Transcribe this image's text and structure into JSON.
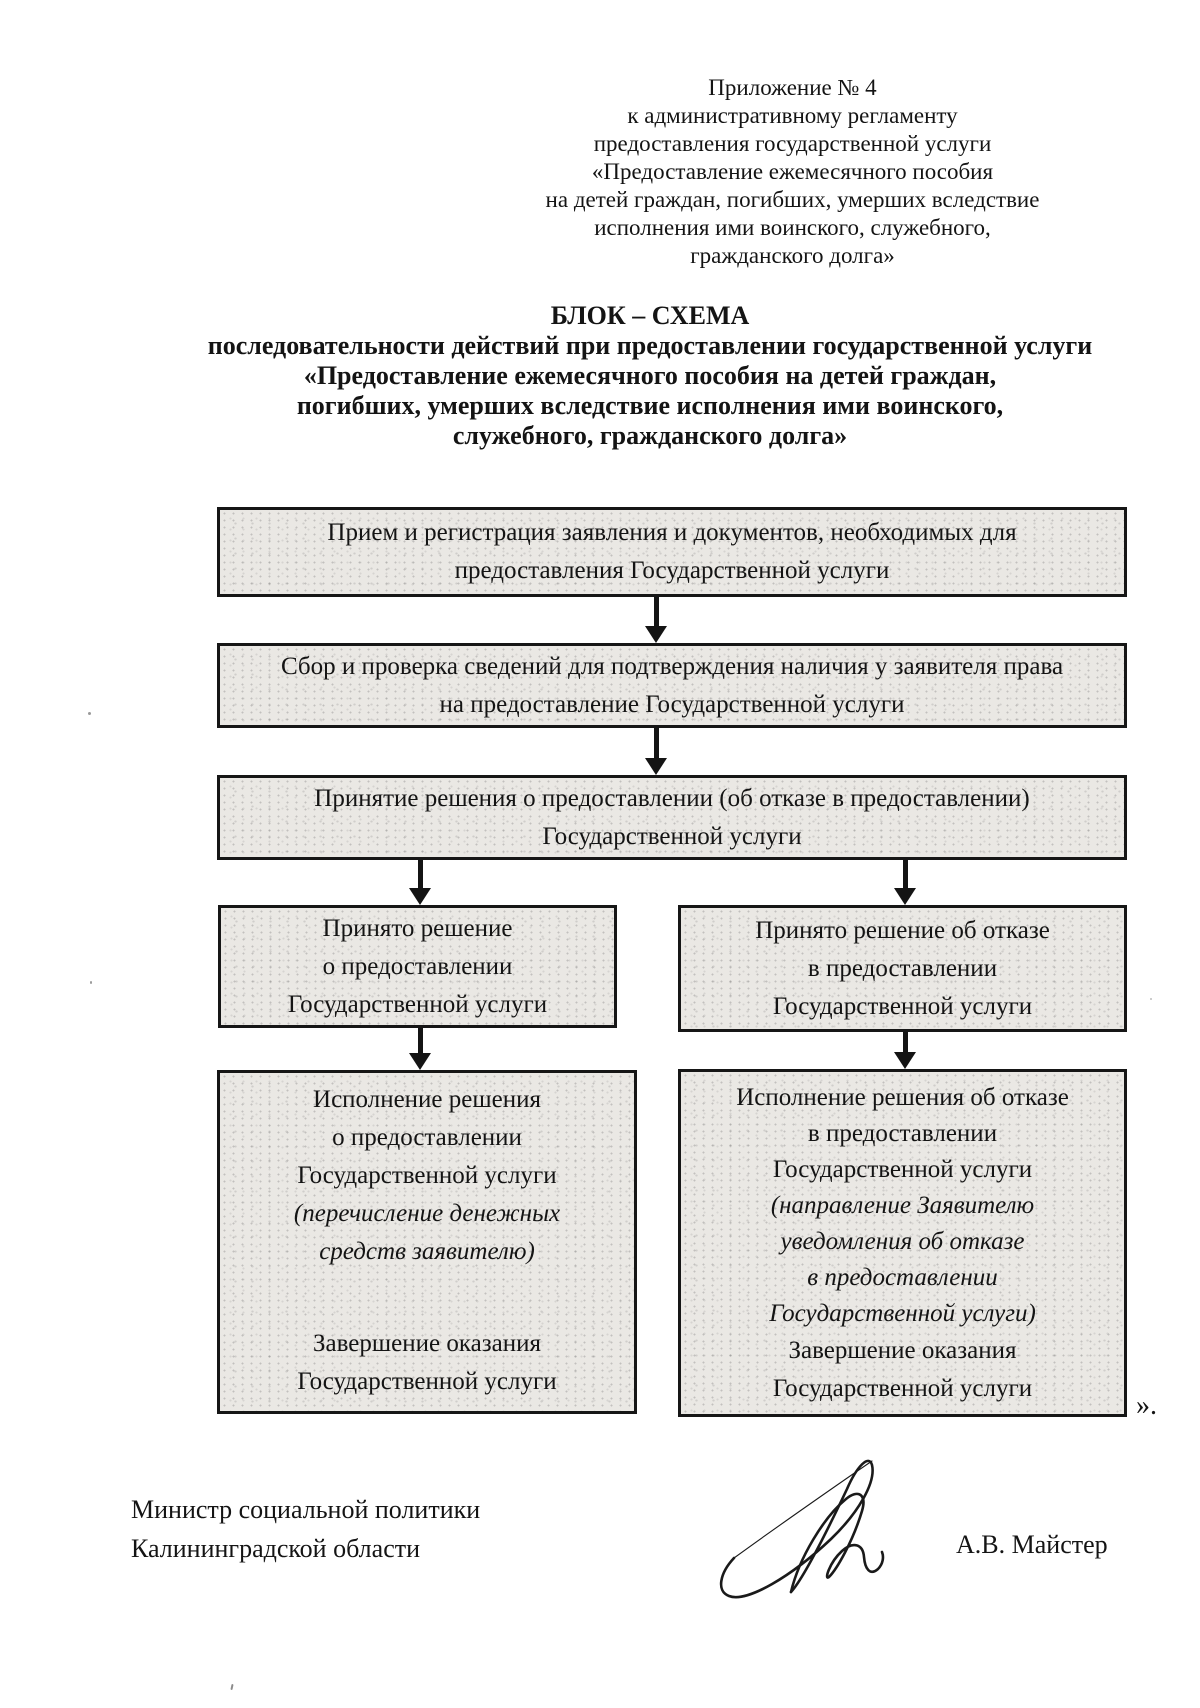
{
  "appendix": {
    "lines": [
      "Приложение № 4",
      "к административному регламенту",
      "предоставления государственной услуги",
      "«Предоставление ежемесячного пособия",
      "на детей граждан, погибших, умерших вследствие",
      "исполнения ими воинского, служебного,",
      "гражданского долга»"
    ]
  },
  "title": {
    "lines": [
      "БЛОК – СХЕМА",
      "последовательности действий при предоставлении государственной услуги",
      "«Предоставление ежемесячного пособия на детей граждан,",
      "погибших, умерших вследствие исполнения ими воинского,",
      "служебного, гражданского долга»"
    ]
  },
  "flowchart": {
    "box_reception": {
      "lines": [
        "Прием и регистрация заявления и документов, необходимых для",
        "предоставления Государственной услуги"
      ]
    },
    "box_verification": {
      "lines": [
        "Сбор и проверка сведений для подтверждения наличия у заявителя права",
        "на предоставление Государственной услуги"
      ]
    },
    "box_decision": {
      "lines": [
        "Принятие решения о предоставлении (об отказе в предоставлении)",
        "Государственной услуги"
      ]
    },
    "box_approved": {
      "lines": [
        "Принято решение",
        "о предоставлении",
        "Государственной услуги"
      ]
    },
    "box_refused": {
      "lines": [
        "Принято решение об отказе",
        "в предоставлении",
        "Государственной услуги"
      ]
    },
    "box_exec_approved": {
      "lines": [
        "Исполнение решения",
        "о предоставлении",
        "Государственной услуги"
      ],
      "italic_lines": [
        "(перечисление денежных",
        "средств заявителю)"
      ],
      "footer_lines": [
        "Завершение оказания",
        "Государственной услуги"
      ]
    },
    "box_exec_refused": {
      "lines": [
        "Исполнение решения об отказе",
        "в предоставлении",
        "Государственной услуги"
      ],
      "italic_lines": [
        "(направление Заявителю",
        "уведомления об отказе",
        "в предоставлении",
        "Государственной услуги)"
      ],
      "footer_lines": [
        "Завершение оказания",
        "Государственной услуги"
      ]
    },
    "closing_mark": "»."
  },
  "signoff": {
    "position_lines": [
      "Министр социальной политики",
      "Калининградской области"
    ],
    "name": "А.В. Майстер"
  },
  "colors": {
    "box_fill": "#eae8e4",
    "box_border": "#161616",
    "ink": "#141414"
  }
}
